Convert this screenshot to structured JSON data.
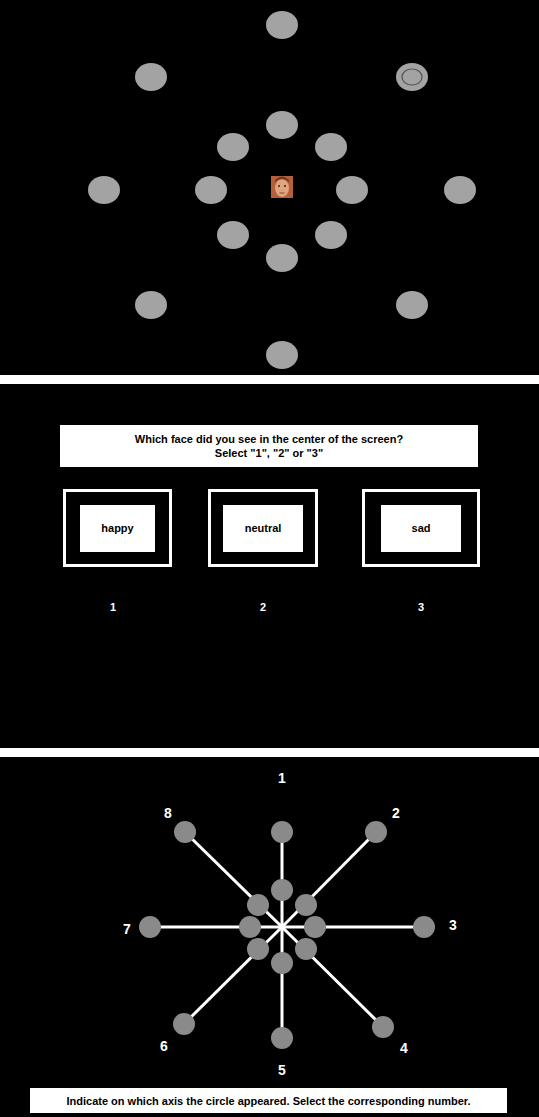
{
  "diagram": {
    "nodes": [
      {
        "text": [
          "Which face did you see in the center of the screen?",
          "Select \"1\", \"2\" or \"3\""
        ]
      },
      {
        "text": [
          "happy"
        ]
      },
      {
        "text": [
          "neutral"
        ]
      },
      {
        "text": [
          "sad"
        ]
      },
      {
        "text": [
          "Indicate on which axis the circle appeared. Select the corresponding number."
        ]
      }
    ],
    "labels": [
      "1",
      "2",
      "3",
      "1",
      "2",
      "3",
      "4",
      "5",
      "6",
      "7",
      "8"
    ]
  }
}
